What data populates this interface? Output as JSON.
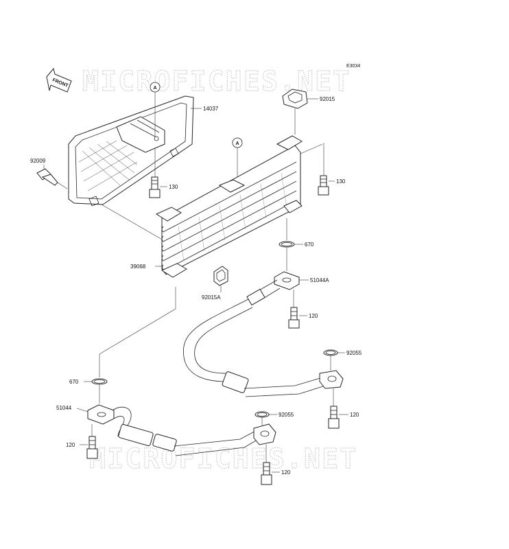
{
  "diagram": {
    "code": "E3034",
    "watermark": "MICROFICHES.NET",
    "front_label": "FRONT",
    "callout_letter": "A",
    "parts": {
      "cover": "14037",
      "clip_top": "92015",
      "screw": "92009",
      "bolt_130_left": "130",
      "bolt_130_right": "130",
      "cooler": "39068",
      "oring_670_top": "670",
      "clip_lower": "92015A",
      "flange_right": "51044A",
      "bolt_120_mid": "120",
      "oring_92055_right": "92055",
      "oring_670_left": "670",
      "flange_left": "51044",
      "oring_92055_center": "92055",
      "bolt_120_right": "120",
      "bolt_120_left": "120",
      "bolt_120_bottom": "120"
    }
  }
}
